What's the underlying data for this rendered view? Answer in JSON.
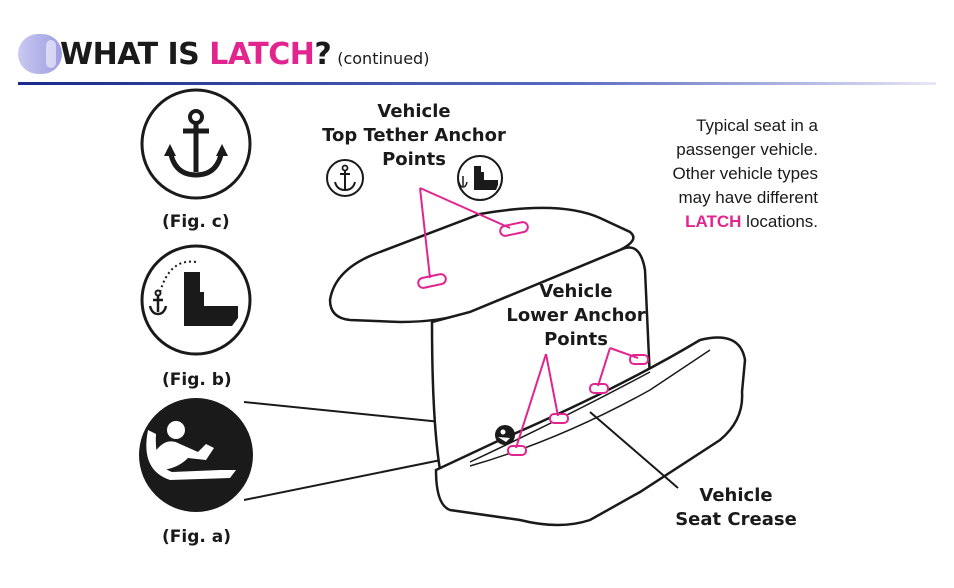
{
  "header": {
    "title_prefix": "WHAT IS ",
    "title_accent": "LATCH",
    "title_suffix": "?",
    "continued": "(continued)"
  },
  "figures": {
    "fig_c": "(Fig. c)",
    "fig_b": "(Fig. b)",
    "fig_a": "(Fig. a)"
  },
  "labels": {
    "top_tether": [
      "Vehicle",
      "Top Tether Anchor",
      "Points"
    ],
    "lower_anchor": [
      "Vehicle",
      "Lower Anchor",
      "Points"
    ],
    "seat_crease": [
      "Vehicle",
      "Seat Crease"
    ]
  },
  "description": {
    "lines": [
      "Typical seat in a",
      "passenger vehicle.",
      "Other vehicle types",
      "may have different"
    ],
    "last_accent": "LATCH",
    "last_rest": " locations."
  },
  "icons": [
    "anchor-icon",
    "tether-child-seat-icon",
    "lower-anchor-child-seat-icon"
  ],
  "colors": {
    "accent": "#e2248f",
    "rule": "#1a2a8a",
    "tab": "#9d9de2",
    "ink": "#1a1a1a"
  }
}
